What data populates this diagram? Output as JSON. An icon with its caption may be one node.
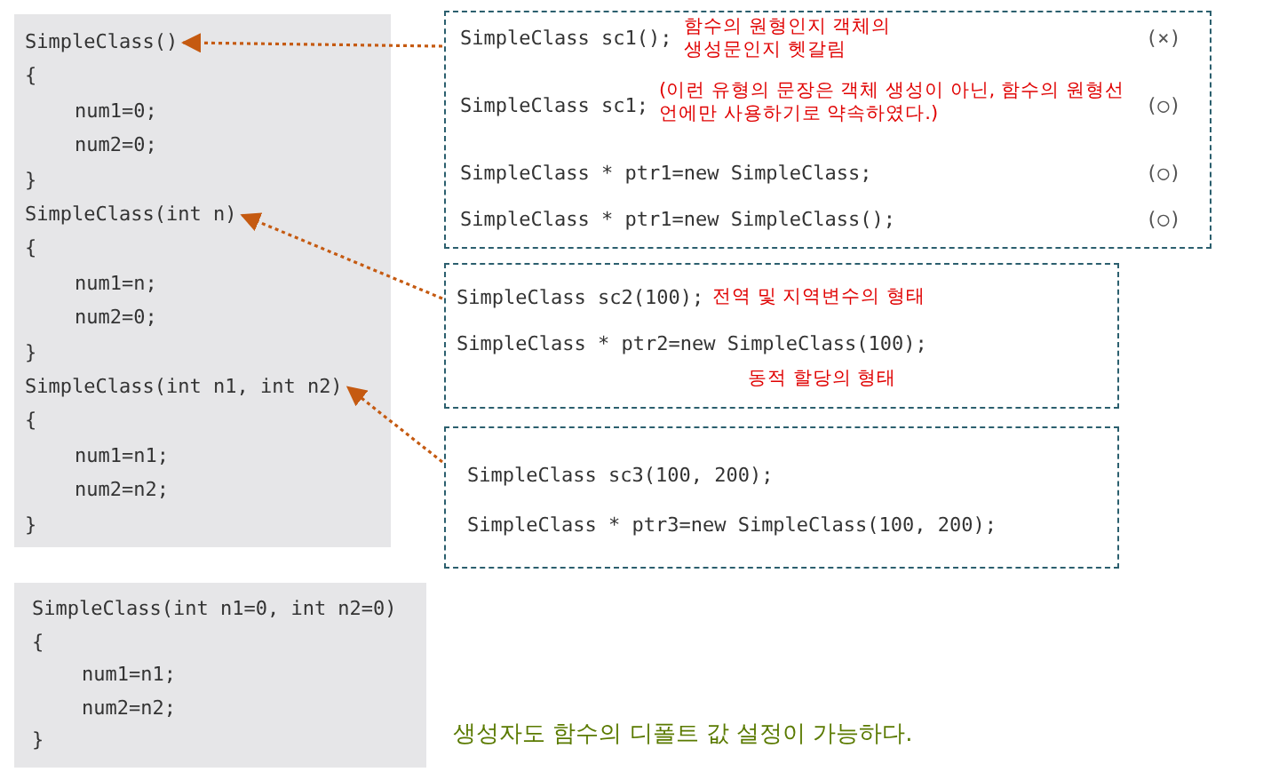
{
  "diagram": {
    "nodes": [
      {
        "text": [],
        "shape": "box"
      },
      {
        "text": [
          "SimpleClass()",
          "{",
          "num1=0;",
          "num2=0;",
          "}"
        ],
        "in": 0
      },
      {
        "text": [
          "SimpleClass(int n)",
          "{",
          "num1=n;",
          "num2=0;",
          "}"
        ],
        "in": 0
      },
      {
        "text": [
          "SimpleClass(int n1, int n2)",
          "{",
          "num1=n1;",
          "num2=n2;",
          "}"
        ],
        "in": 0
      },
      {
        "text": [
          "SimpleClass sc1();",
          "함수의 원형인지 객체의 생성문인지 헷갈림",
          "(×)",
          "SimpleClass sc1;",
          "(이런 유형의 문장은 객체 생성이 아닌, 함수의 원형선언에만 사용하기로 약속하였다.)",
          "(○)",
          "SimpleClass * ptr1=new SimpleClass;",
          "(○)",
          "SimpleClass * ptr1=new SimpleClass();",
          "(○)"
        ]
      },
      {
        "text": [
          "SimpleClass sc2(100);",
          "전역 및 지역변수의 형태",
          "SimpleClass * ptr2=new SimpleClass(100);",
          "동적 할당의 형태"
        ]
      },
      {
        "text": [
          "SimpleClass sc3(100, 200);",
          "SimpleClass * ptr3=new SimpleClass(100, 200);"
        ]
      },
      {
        "text": [
          "SimpleClass(int n1=0, int n2=0)",
          "{",
          "num1=n1;",
          "num2=n2;",
          "}"
        ]
      }
    ],
    "edges": [
      {
        "from": 4,
        "to": 1,
        "arrow": "to",
        "style": "dashed"
      },
      {
        "from": 5,
        "to": 2,
        "arrow": "to",
        "style": "dashed"
      },
      {
        "from": 6,
        "to": 3,
        "arrow": "to",
        "style": "dashed"
      }
    ],
    "labels": [
      "생성자도 함수의 디폴트 값 설정이 가능하다."
    ]
  }
}
